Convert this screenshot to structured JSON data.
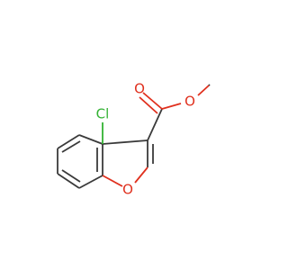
{
  "molecule": {
    "atoms": {
      "chlorine": {
        "label": "Cl",
        "color": "#33b233"
      },
      "carbonyl_oxygen": {
        "label": "O",
        "color": "#e0301e"
      },
      "ester_oxygen": {
        "label": "O",
        "color": "#e0301e"
      },
      "furan_oxygen": {
        "label": "O",
        "color": "#e0301e"
      }
    },
    "bond_color": "#3a3a3a"
  }
}
